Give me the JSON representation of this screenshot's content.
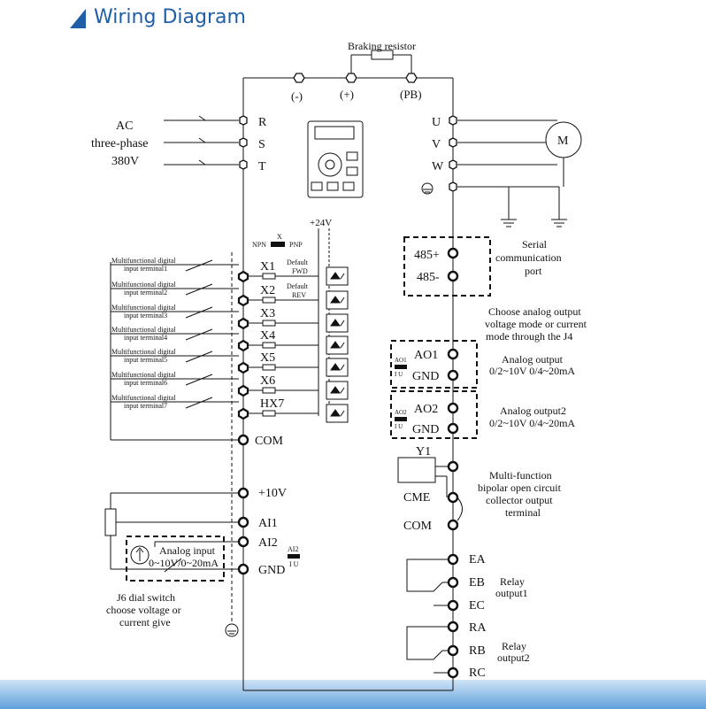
{
  "header": {
    "title": "Wiring Diagram"
  },
  "colors": {
    "accent": "#1f5fa8",
    "line": "#111111",
    "footer": "#5fa0da"
  },
  "power": {
    "braking_resistor": "Braking resistor",
    "bus_minus": "(-)",
    "bus_plus": "(+)",
    "bus_pb": "(PB)",
    "supply_line1": "AC",
    "supply_line2": "three-phase",
    "supply_line3": "380V",
    "input_r": "R",
    "input_s": "S",
    "input_t": "T",
    "output_u": "U",
    "output_v": "V",
    "output_w": "W",
    "motor": "M"
  },
  "digital": {
    "supply": "+24V",
    "switch_x": "X",
    "npn": "NPN",
    "pnp": "PNP",
    "default_label": "Default",
    "fwd": "FWD",
    "rev": "REV",
    "inputs": [
      {
        "label_top": "Multifunctional digital",
        "label_bottom": "input terminal1",
        "terminal": "X1"
      },
      {
        "label_top": "Multifunctional digital",
        "label_bottom": "input terminal2",
        "terminal": "X2"
      },
      {
        "label_top": "Multifunctional digital",
        "label_bottom": "input terminal3",
        "terminal": "X3"
      },
      {
        "label_top": "Multifunctional digital",
        "label_bottom": "input terminal4",
        "terminal": "X4"
      },
      {
        "label_top": "Multifunctional digital",
        "label_bottom": "input terminal5",
        "terminal": "X5"
      },
      {
        "label_top": "Multifunctional digital",
        "label_bottom": "input terminal6",
        "terminal": "X6"
      },
      {
        "label_top": "Multifunctional digital",
        "label_bottom": "input terminal7",
        "terminal": "HX7"
      }
    ],
    "com": "COM"
  },
  "analog_in": {
    "plus10v": "+10V",
    "ai1": "AI1",
    "ai2": "AI2",
    "gnd": "GND",
    "ai2_switch": "AI2",
    "switch_iu": "I U",
    "box_line1": "Analog input",
    "box_line2": "0~10V/0~20mA",
    "j6_line1": "J6 dial switch",
    "j6_line2": "choose voltage or",
    "j6_line3": "current give"
  },
  "serial": {
    "p485": "485+",
    "n485": "485-",
    "line1": "Serial",
    "line2": "communication",
    "line3": "port"
  },
  "analog_out": {
    "note_line1": "Choose analog output",
    "note_line2": "voltage mode or current",
    "note_line3": "mode through the J4",
    "ao1": "AO1",
    "gnd1": "GND",
    "ao1_switch": "AO1",
    "ao1_iu": "I  U",
    "ao1_title": "Analog output",
    "ao1_range": "0/2~10V  0/4~20mA",
    "ao2": "AO2",
    "gnd2": "GND",
    "ao2_switch": "AO2",
    "ao2_iu": "I  U",
    "ao2_title": "Analog output2",
    "ao2_range": "0/2~10V  0/4~20mA"
  },
  "collector": {
    "y1": "Y1",
    "cme": "CME",
    "com": "COM",
    "line1": "Multi-function",
    "line2": "bipolar open circuit",
    "line3": "collector output",
    "line4": "terminal"
  },
  "relays": {
    "ea": "EA",
    "eb": "EB",
    "ec": "EC",
    "relay1_line1": "Relay",
    "relay1_line2": "output1",
    "ra": "RA",
    "rb": "RB",
    "rc": "RC",
    "relay2_line1": "Relay",
    "relay2_line2": "output2"
  }
}
